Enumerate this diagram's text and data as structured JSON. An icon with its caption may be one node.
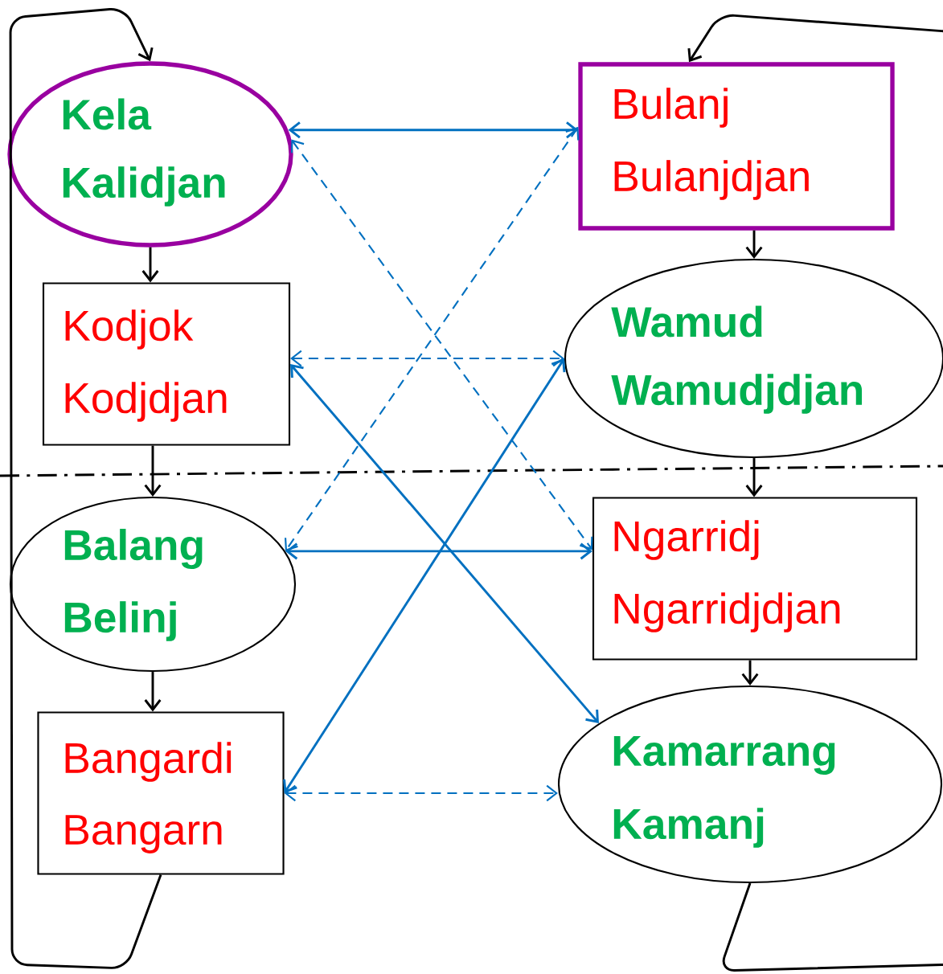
{
  "diagram": {
    "nodes": [
      {
        "text": [
          "Kela",
          "Kalidjan"
        ]
      },
      {
        "text": [
          "Bulanj",
          "Bulanjdjan"
        ]
      },
      {
        "text": [
          "Kodjok",
          "Kodjdjan"
        ]
      },
      {
        "text": [
          "Wamud",
          "Wamudjdjan"
        ]
      },
      {
        "text": [
          "Balang",
          "Belinj"
        ]
      },
      {
        "text": [
          "Ngarridj",
          "Ngarridjdjan"
        ]
      },
      {
        "text": [
          "Bangardi",
          "Bangarn"
        ]
      },
      {
        "text": [
          "Kamarrang",
          "Kamanj"
        ]
      }
    ],
    "edges": [
      {
        "from": 0,
        "to": 2,
        "arrow": "to"
      },
      {
        "from": 2,
        "to": 4,
        "arrow": "to"
      },
      {
        "from": 4,
        "to": 6,
        "arrow": "to"
      },
      {
        "from": 1,
        "to": 3,
        "arrow": "to"
      },
      {
        "from": 3,
        "to": 5,
        "arrow": "to"
      },
      {
        "from": 5,
        "to": 7,
        "arrow": "to"
      },
      {
        "from": 6,
        "to": 0,
        "arrow": "to"
      },
      {
        "from": 7,
        "to": 1,
        "arrow": "to"
      },
      {
        "from": 0,
        "to": 1,
        "arrow": "both",
        "color": "#0070c0"
      },
      {
        "from": 0,
        "to": 5,
        "arrow": "both",
        "style": "dashed",
        "color": "#0070c0"
      },
      {
        "from": 1,
        "to": 4,
        "arrow": "both",
        "style": "dashed",
        "color": "#0070c0"
      },
      {
        "from": 2,
        "to": 3,
        "arrow": "both",
        "style": "dashed",
        "color": "#0070c0"
      },
      {
        "from": 2,
        "to": 7,
        "arrow": "both",
        "color": "#0070c0"
      },
      {
        "from": 3,
        "to": 6,
        "arrow": "both",
        "color": "#0070c0"
      },
      {
        "from": 4,
        "to": 5,
        "arrow": "both",
        "color": "#0070c0"
      },
      {
        "from": 6,
        "to": 7,
        "arrow": "both",
        "style": "dashed",
        "color": "#0070c0"
      }
    ]
  }
}
